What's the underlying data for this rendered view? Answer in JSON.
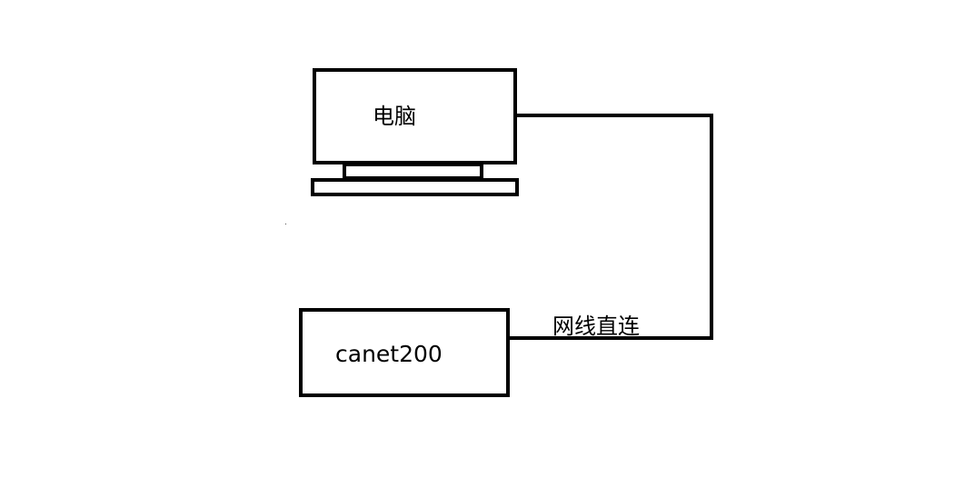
{
  "nodes": {
    "computer": {
      "label": "电脑"
    },
    "device": {
      "label": "canet200"
    }
  },
  "connection": {
    "label": "网线直连"
  },
  "colors": {
    "stroke": "#000000",
    "background": "#ffffff"
  }
}
